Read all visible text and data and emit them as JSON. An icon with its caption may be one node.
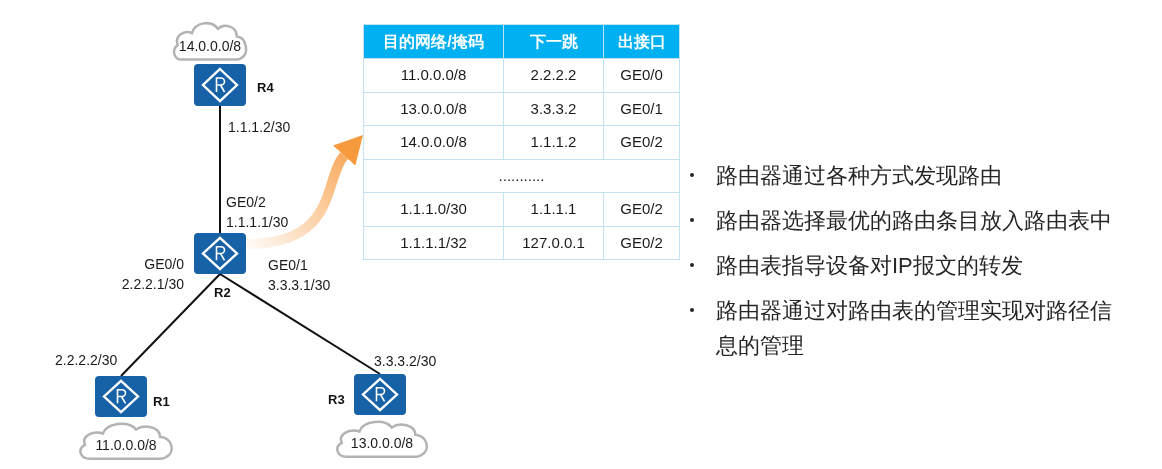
{
  "diagram": {
    "nodes": [
      {
        "text": [
          "14.0.0.0/8"
        ]
      },
      {
        "text": [],
        "shape": "box",
        "beside": [
          "R4",
          "1.1.1.2/30"
        ]
      },
      {
        "text": [],
        "shape": "box",
        "beside": [
          "R2",
          "GE0/2 1.1.1.1/30",
          "GE0/0 2.2.2.1/30",
          "GE0/1 3.3.3.1/30"
        ]
      },
      {
        "text": [],
        "shape": "box",
        "beside": [
          "R1",
          "2.2.2.2/30"
        ]
      },
      {
        "text": [
          "11.0.0.0/8"
        ]
      },
      {
        "text": [],
        "shape": "box",
        "beside": [
          "R3",
          "3.3.3.2/30"
        ]
      },
      {
        "text": [
          "13.0.0.0/8"
        ]
      },
      {
        "text": [
          "目的网络/掩码",
          "下一跳",
          "出接口",
          "11.0.0.0/8",
          "2.2.2.2",
          "GE0/0",
          "13.0.0.0/8",
          "3.3.3.2",
          "GE0/1",
          "14.0.0.0/8",
          "1.1.1.2",
          "GE0/2",
          "...........",
          "1.1.1.0/30",
          "1.1.1.1",
          "GE0/2",
          "1.1.1.1/32",
          "127.0.0.1",
          "GE0/2"
        ]
      }
    ],
    "edges": [
      {
        "from": 1,
        "to": 2,
        "arrow": "none"
      },
      {
        "from": 2,
        "to": 3,
        "arrow": "none"
      },
      {
        "from": 2,
        "to": 5,
        "arrow": "none"
      },
      {
        "from": 2,
        "to": 7,
        "arrow": "to",
        "style": "thick",
        "color": "#f79a3e"
      }
    ],
    "labels": [
      "路由器通过各种方式发现路由",
      "路由器选择最优的路由条目放入路由表中",
      "路由表指导设备对IP报文的转发",
      "路由器通过对路由表的管理实现对路径信息的管理"
    ]
  }
}
